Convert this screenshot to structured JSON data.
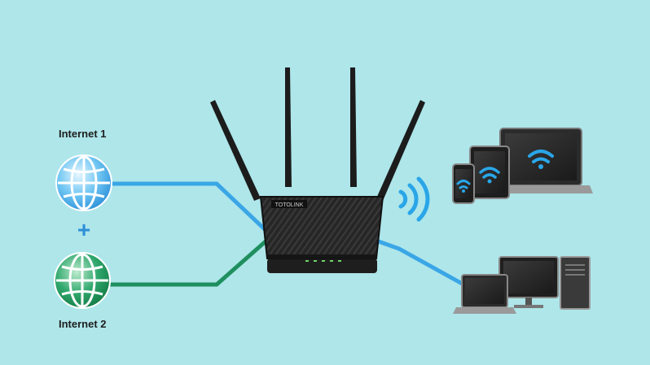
{
  "colors": {
    "background": "#aee6ea",
    "internet_1": "#3aa6e6",
    "internet_2": "#1f8f5f",
    "wifi": "#2aa6e8",
    "router": "#222222",
    "device_dark": "#2b2b2b"
  },
  "nodes": {
    "internet_1": {
      "label": "Internet 1",
      "icon": "globe-icon"
    },
    "plus": {
      "label": "+"
    },
    "internet_2": {
      "label": "Internet 2",
      "icon": "globe-icon"
    },
    "router": {
      "icon": "router-icon",
      "badge": "TOTOLINK"
    },
    "wireless_devices": [
      "smartphone-icon",
      "tablet-icon",
      "laptop-icon"
    ],
    "wired_devices": [
      "laptop-icon",
      "desktop-monitor-icon",
      "tower-pc-icon"
    ]
  },
  "links": [
    {
      "from": "internet_1",
      "to": "router",
      "type": "wired"
    },
    {
      "from": "internet_2",
      "to": "router",
      "type": "wired"
    },
    {
      "from": "router",
      "to": "wired_devices",
      "type": "wired"
    },
    {
      "from": "router",
      "to": "wireless_devices",
      "type": "wireless"
    }
  ]
}
